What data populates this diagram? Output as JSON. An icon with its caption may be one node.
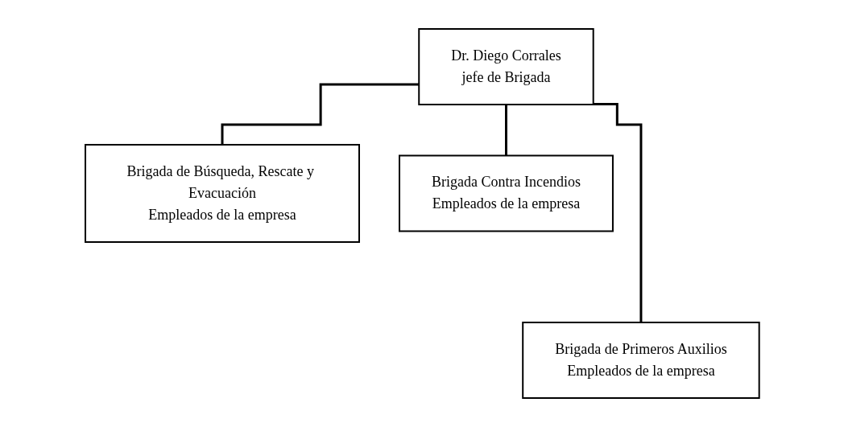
{
  "diagram": {
    "nodes": [
      {
        "text": [
          "Dr. Diego Corrales",
          "jefe de Brigada"
        ]
      },
      {
        "text": [
          "Brigada de Búsqueda, Rescate y Evacuación",
          "Empleados de la empresa"
        ]
      },
      {
        "text": [
          "Brigada Contra Incendios",
          "Empleados de la empresa"
        ]
      },
      {
        "text": [
          "Brigada de Primeros Auxilios",
          "Empleados de la empresa"
        ]
      }
    ],
    "edges": [
      {
        "from": 0,
        "to": 1,
        "arrow": "none"
      },
      {
        "from": 0,
        "to": 3,
        "arrow": "none"
      },
      {
        "from": 0,
        "to": 2,
        "arrow": "none"
      }
    ]
  }
}
